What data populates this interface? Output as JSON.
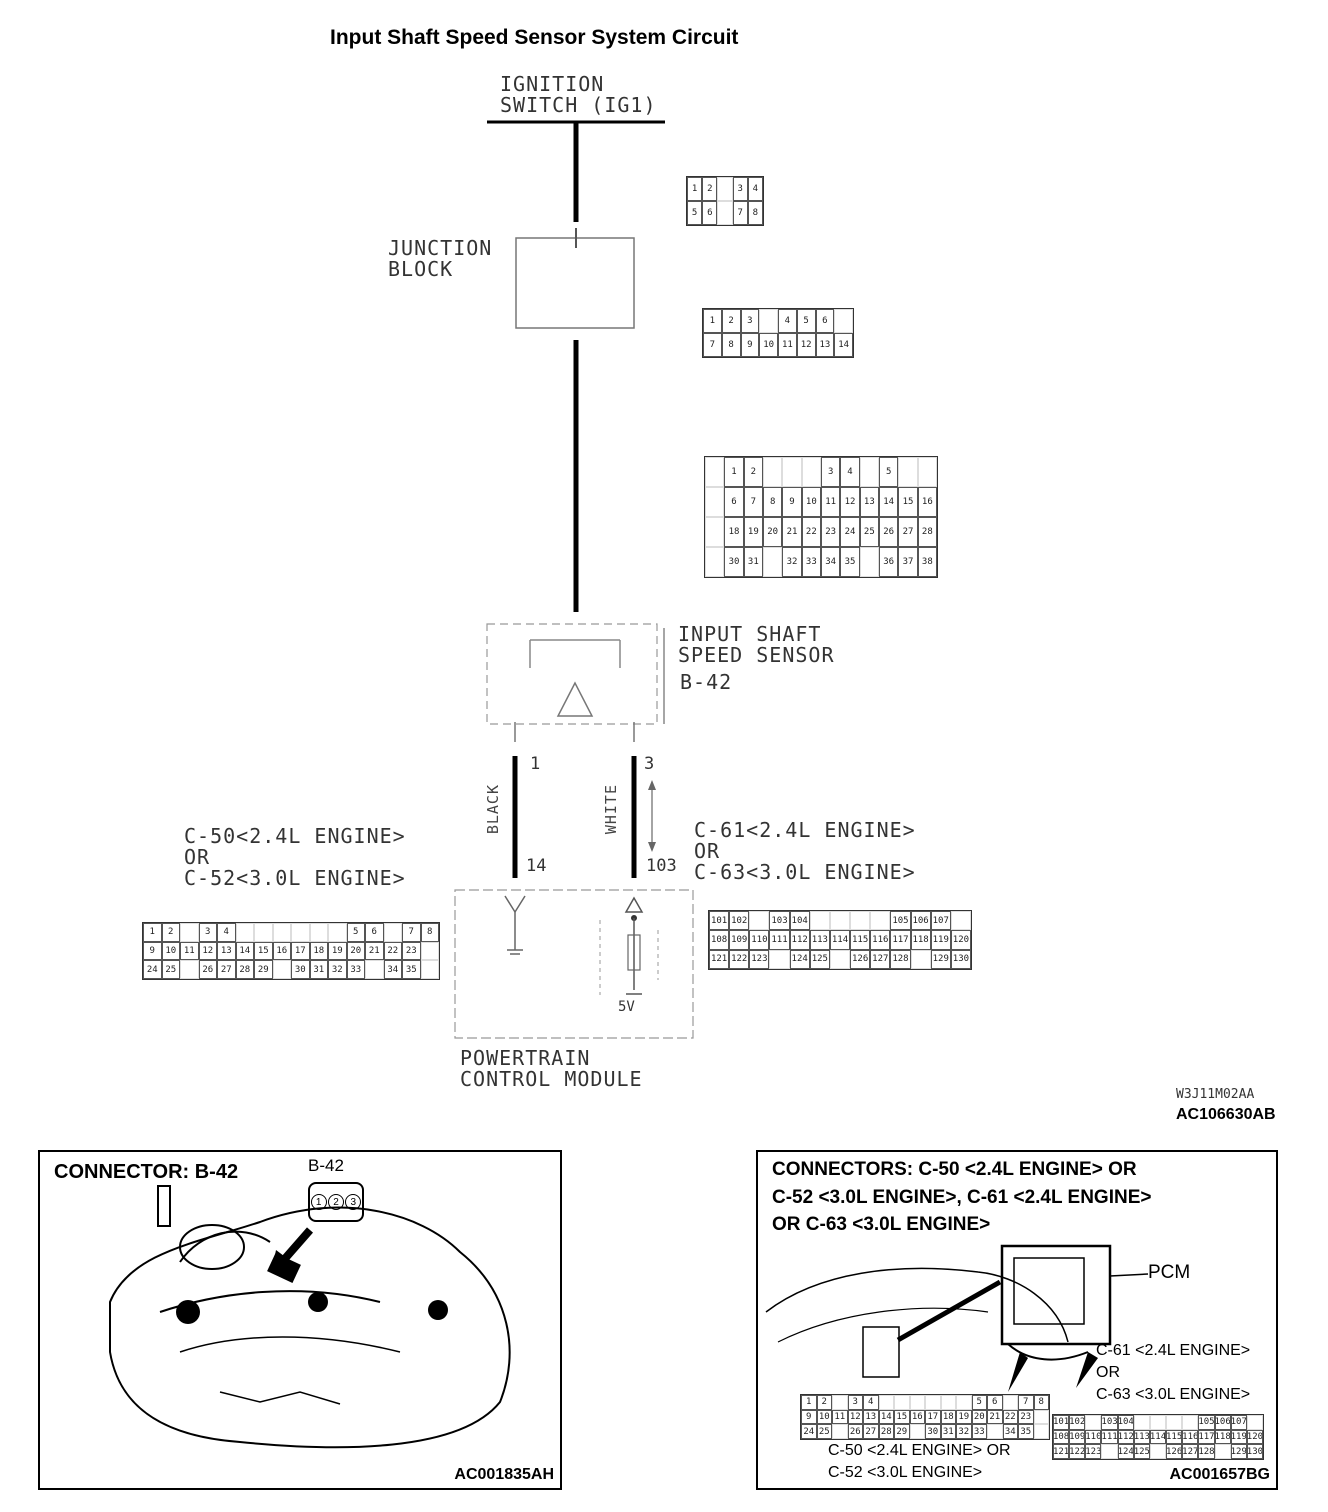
{
  "title": "Input Shaft Speed Sensor System Circuit",
  "labels": {
    "ignition": "IGNITION\nSWITCH (IG1)",
    "junction_block": "JUNCTION\nBLOCK",
    "sensor": "INPUT SHAFT\nSPEED SENSOR",
    "sensor_ref": "B-42",
    "pcm_conn_left": "C-50<2.4L ENGINE>\nOR\nC-52<3.0L ENGINE>",
    "pcm_conn_right": "C-61<2.4L ENGINE>\nOR\nC-63<3.0L ENGINE>",
    "pcm": "POWERTRAIN\nCONTROL MODULE",
    "wire_black": "BLACK",
    "wire_white": "WHITE",
    "supply_5v": "5V",
    "pin_1": "1",
    "pin_3": "3",
    "pin_14": "14",
    "pin_103": "103",
    "diagram_code_small": "W3J11M02AA",
    "diagram_code": "AC106630AB"
  },
  "inset_left": {
    "title": "CONNECTOR: B-42",
    "callout": "B-42",
    "pins": [
      "1",
      "2",
      "3"
    ],
    "code": "AC001835AH"
  },
  "inset_right": {
    "title": "CONNECTORS: C-50 <2.4L ENGINE> OR\nC-52 <3.0L ENGINE>, C-61 <2.4L ENGINE>\nOR C-63 <3.0L ENGINE>",
    "pcm": "PCM",
    "c61": "C-61 <2.4L ENGINE>",
    "or1": "OR",
    "c63": "C-63 <3.0L ENGINE>",
    "c50": "C-50 <2.4L ENGINE> OR",
    "c52": "C-52 <3.0L ENGINE>",
    "code": "AC001657BG",
    "left_rows": [
      [
        "1",
        "2",
        "",
        "3",
        "4",
        "",
        "",
        "",
        "",
        "",
        "",
        "5",
        "6",
        "",
        "7",
        "8"
      ],
      [
        "9",
        "10",
        "11",
        "12",
        "13",
        "14",
        "15",
        "16",
        "17",
        "18",
        "19",
        "20",
        "21",
        "22",
        "23"
      ],
      [
        "24",
        "25",
        "",
        "26",
        "27",
        "28",
        "29",
        "",
        "30",
        "31",
        "32",
        "33",
        "",
        "34",
        "35"
      ]
    ],
    "right_rows": [
      [
        "101",
        "102",
        "",
        "103",
        "104",
        "",
        "",
        "",
        "",
        "105",
        "106",
        "107"
      ],
      [
        "108",
        "109",
        "110",
        "111",
        "112",
        "113",
        "114",
        "115",
        "116",
        "117",
        "118",
        "119",
        "120"
      ],
      [
        "121",
        "122",
        "123",
        "",
        "124",
        "125",
        "",
        "126",
        "127",
        "128",
        "",
        "129",
        "130"
      ]
    ]
  },
  "diagram_grids": {
    "pcm_left": [
      [
        "1",
        "2",
        "",
        "3",
        "4",
        "",
        "",
        "",
        "",
        "",
        "",
        "5",
        "6",
        "",
        "7",
        "8"
      ],
      [
        "9",
        "10",
        "11",
        "12",
        "13",
        "14",
        "15",
        "16",
        "17",
        "18",
        "19",
        "20",
        "21",
        "22",
        "23"
      ],
      [
        "24",
        "25",
        "",
        "26",
        "27",
        "28",
        "29",
        "",
        "30",
        "31",
        "32",
        "33",
        "",
        "34",
        "35"
      ]
    ],
    "pcm_right": [
      [
        "101",
        "102",
        "",
        "103",
        "104",
        "",
        "",
        "",
        "",
        "105",
        "106",
        "107"
      ],
      [
        "108",
        "109",
        "110",
        "111",
        "112",
        "113",
        "114",
        "115",
        "116",
        "117",
        "118",
        "119",
        "120"
      ],
      [
        "121",
        "122",
        "123",
        "",
        "124",
        "125",
        "",
        "126",
        "127",
        "128",
        "",
        "129",
        "130"
      ]
    ],
    "jb_top": [
      [
        "1",
        "2",
        "",
        "3",
        "4"
      ],
      [
        "5",
        "6",
        "",
        "7",
        "8"
      ]
    ],
    "jb_mid": [
      [
        "1",
        "2",
        "3",
        "",
        "4",
        "5",
        "6"
      ],
      [
        "7",
        "8",
        "9",
        "10",
        "11",
        "12",
        "13",
        "14"
      ]
    ],
    "jb_big": [
      [
        "",
        "1",
        "2",
        "",
        "",
        "",
        "3",
        "4",
        "",
        "5"
      ],
      [
        "",
        "6",
        "7",
        "8",
        "9",
        "10",
        "11",
        "12",
        "13",
        "14",
        "15",
        "16"
      ],
      [
        "",
        "18",
        "19",
        "20",
        "21",
        "22",
        "23",
        "24",
        "25",
        "26",
        "27",
        "28"
      ],
      [
        "",
        "30",
        "31",
        "",
        "32",
        "33",
        "34",
        "35",
        "",
        "36",
        "37",
        "38"
      ]
    ]
  }
}
